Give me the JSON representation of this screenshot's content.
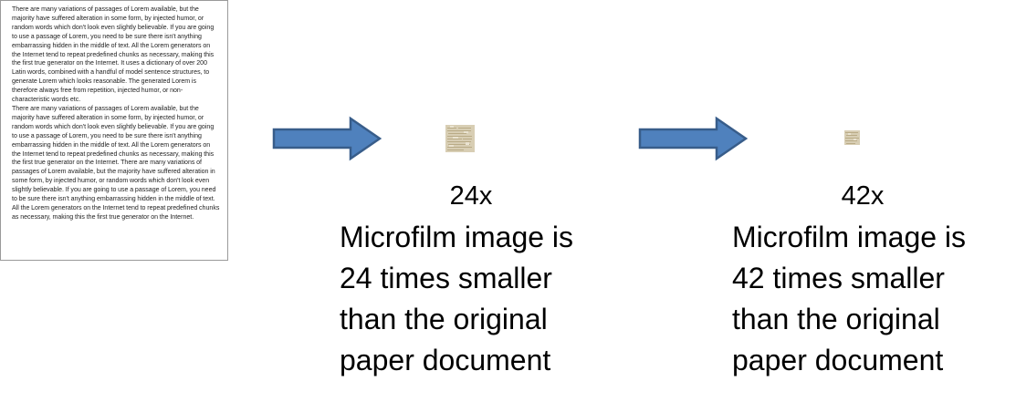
{
  "document": {
    "paragraphs": [
      "There are many variations of passages of Lorem available, but the majority have suffered alteration in some form, by injected humor, or random words which don't look even slightly believable. If you are going to use a passage of Lorem, you need to be sure there isn't anything embarrassing hidden in the middle of text. All the Lorem generators on the Internet tend to repeat predefined chunks as necessary, making this the first true generator on the Internet. It uses a dictionary of over 200 Latin words, combined with a handful of model sentence structures, to generate Lorem which looks reasonable. The generated Lorem is therefore always free from repetition, injected humor, or non-characteristic words etc.",
      "There are many variations of passages of Lorem available, but the majority have suffered alteration in some form, by injected humor, or random words which don't look even slightly believable. If you are going to use a passage of Lorem, you need to be sure there isn't anything embarrassing hidden in the middle of text. All the Lorem generators on the Internet tend to repeat predefined chunks as necessary, making this the first true generator on the Internet. There are many variations of passages of Lorem available, but the majority have suffered alteration in some form, by injected humor, or random words which don't look even slightly believable. If you are going to use a passage of Lorem, you need to be sure there isn't anything embarrassing hidden in the middle of text. All the Lorem generators on the Internet tend to repeat predefined chunks as necessary, making this the first true generator on the Internet."
    ]
  },
  "colors": {
    "arrow_fill": "#4f81bd",
    "arrow_stroke": "#385d8a",
    "microfilm_base": "#d8ceb4",
    "document_border": "#9a9a9a"
  },
  "stages": [
    {
      "factor": "24x",
      "lines": [
        "Microfilm image is",
        "24 times smaller",
        "than the original",
        "paper document"
      ]
    },
    {
      "factor": "42x",
      "lines": [
        "Microfilm image is",
        "42 times smaller",
        "than the original",
        "paper document"
      ]
    }
  ]
}
